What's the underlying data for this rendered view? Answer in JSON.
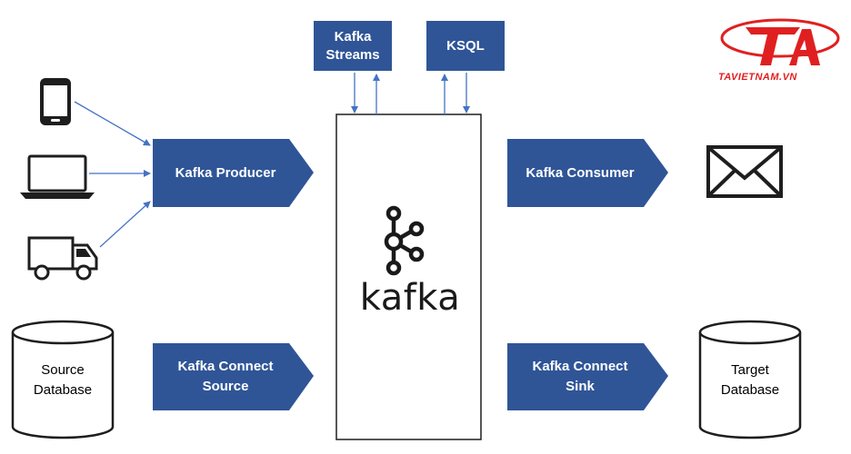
{
  "diagram": {
    "top_boxes": {
      "kafka_streams": [
        "Kafka",
        "Streams"
      ],
      "ksql": "KSQL"
    },
    "left": {
      "producer": "Kafka Producer",
      "connect_source": [
        "Kafka Connect",
        "Source"
      ],
      "source_db": [
        "Source",
        "Database"
      ]
    },
    "center": {
      "brand": "kafka"
    },
    "right": {
      "consumer": "Kafka Consumer",
      "connect_sink": [
        "Kafka Connect",
        "Sink"
      ],
      "target_db": [
        "Target",
        "Database"
      ]
    },
    "icons": [
      "smartphone-icon",
      "laptop-icon",
      "truck-icon",
      "envelope-icon",
      "database-icon"
    ],
    "watermark": "TAVIETNAM.VN",
    "colors": {
      "box_blue": "#2f5597",
      "arrow_blue": "#4472c4",
      "outline": "#000000",
      "watermark_red": "#e02020"
    }
  }
}
